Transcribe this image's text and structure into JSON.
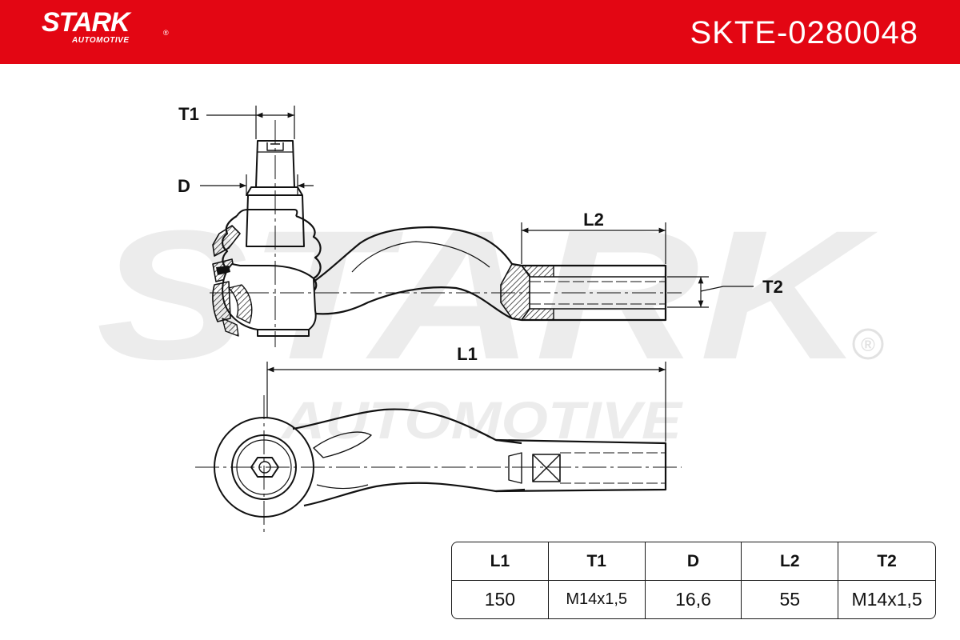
{
  "header": {
    "brand": "STARK",
    "brand_registered": "®",
    "brand_sub": "AUTOMOTIVE",
    "part_number": "SKTE-0280048",
    "bar_color": "#e30613"
  },
  "watermark": {
    "text": "STARK",
    "sub": "AUTOMOTIVE",
    "registered": "®",
    "color": "#ececec"
  },
  "drawing": {
    "dimension_labels": {
      "T1": "T1",
      "D": "D",
      "L2": "L2",
      "T2": "T2",
      "L1": "L1"
    }
  },
  "spec_table": {
    "columns": [
      "L1",
      "T1",
      "D",
      "L2",
      "T2"
    ],
    "values": [
      "150",
      "M14x1,5",
      "16,6",
      "55",
      "M14x1,5"
    ]
  }
}
